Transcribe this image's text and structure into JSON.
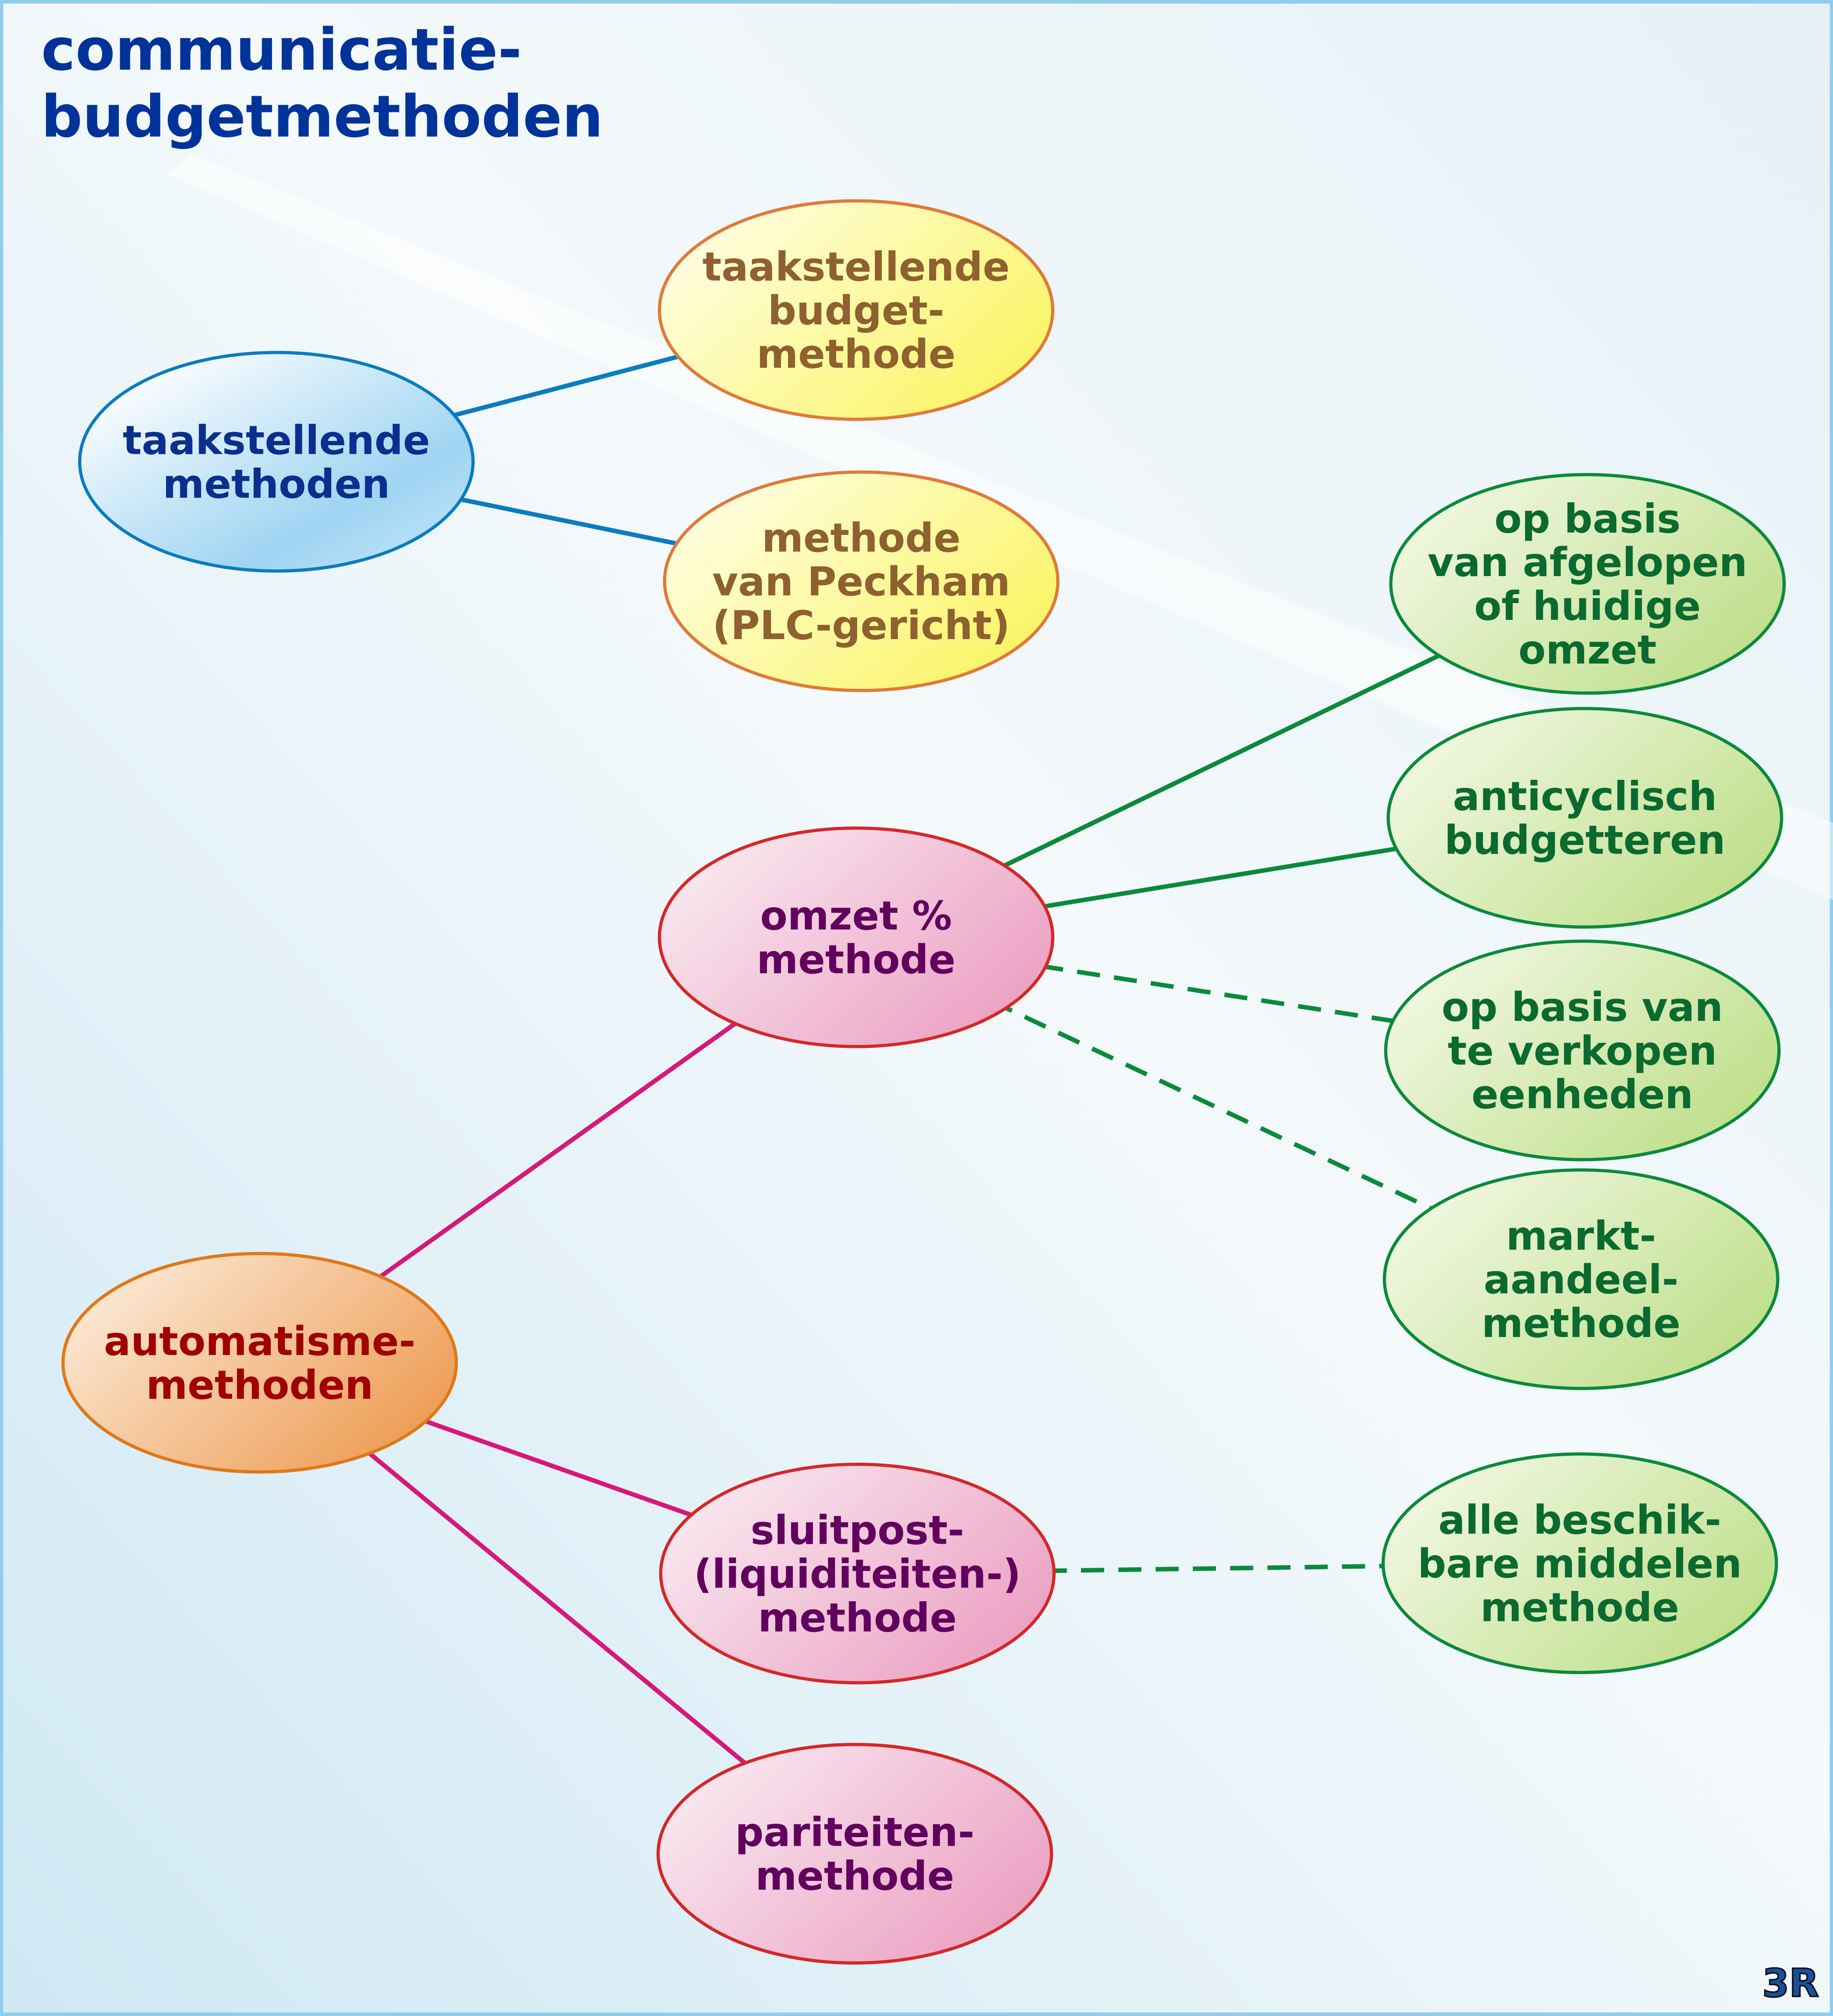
{
  "title": [
    "communicatie-",
    "budgetmethoden"
  ],
  "logo": "3R",
  "colors": {
    "title": "#003399",
    "blue": "#0a7cc0",
    "green": "#0b8a3c",
    "magenta": "#d6187a"
  },
  "nodes": [
    {
      "id": "taak",
      "lines": [
        "taakstellende",
        "methoden"
      ]
    },
    {
      "id": "budget",
      "lines": [
        "taakstellende",
        "budget-",
        "methode"
      ]
    },
    {
      "id": "peckham",
      "lines": [
        "methode",
        "van Peckham",
        "(PLC-gericht)"
      ]
    },
    {
      "id": "omzet",
      "lines": [
        "omzet %",
        "methode"
      ]
    },
    {
      "id": "auto",
      "lines": [
        "automatisme-",
        "methoden"
      ]
    },
    {
      "id": "sluit",
      "lines": [
        "sluitpost-",
        "(liquiditeiten-)",
        "methode"
      ]
    },
    {
      "id": "pari",
      "lines": [
        "pariteiten-",
        "methode"
      ]
    },
    {
      "id": "afgelopen",
      "lines": [
        "op basis",
        "van afgelopen",
        "of huidige",
        "omzet"
      ]
    },
    {
      "id": "anti",
      "lines": [
        "anticyclisch",
        "budgetteren"
      ]
    },
    {
      "id": "verkopen",
      "lines": [
        "op basis van",
        "te verkopen",
        "eenheden"
      ]
    },
    {
      "id": "markt",
      "lines": [
        "markt-",
        "aandeel-",
        "methode"
      ]
    },
    {
      "id": "alle",
      "lines": [
        "alle beschik-",
        "bare middelen",
        "methode"
      ]
    }
  ],
  "edges": [
    {
      "from": "taak",
      "to": "budget",
      "style": "solid"
    },
    {
      "from": "taak",
      "to": "peckham",
      "style": "solid"
    },
    {
      "from": "omzet",
      "to": "afgelopen",
      "style": "solid"
    },
    {
      "from": "omzet",
      "to": "anti",
      "style": "solid"
    },
    {
      "from": "omzet",
      "to": "verkopen",
      "style": "dashed"
    },
    {
      "from": "omzet",
      "to": "markt",
      "style": "dashed"
    },
    {
      "from": "auto",
      "to": "omzet",
      "style": "solid"
    },
    {
      "from": "auto",
      "to": "sluit",
      "style": "solid"
    },
    {
      "from": "auto",
      "to": "pari",
      "style": "solid"
    },
    {
      "from": "sluit",
      "to": "alle",
      "style": "dashed"
    }
  ]
}
